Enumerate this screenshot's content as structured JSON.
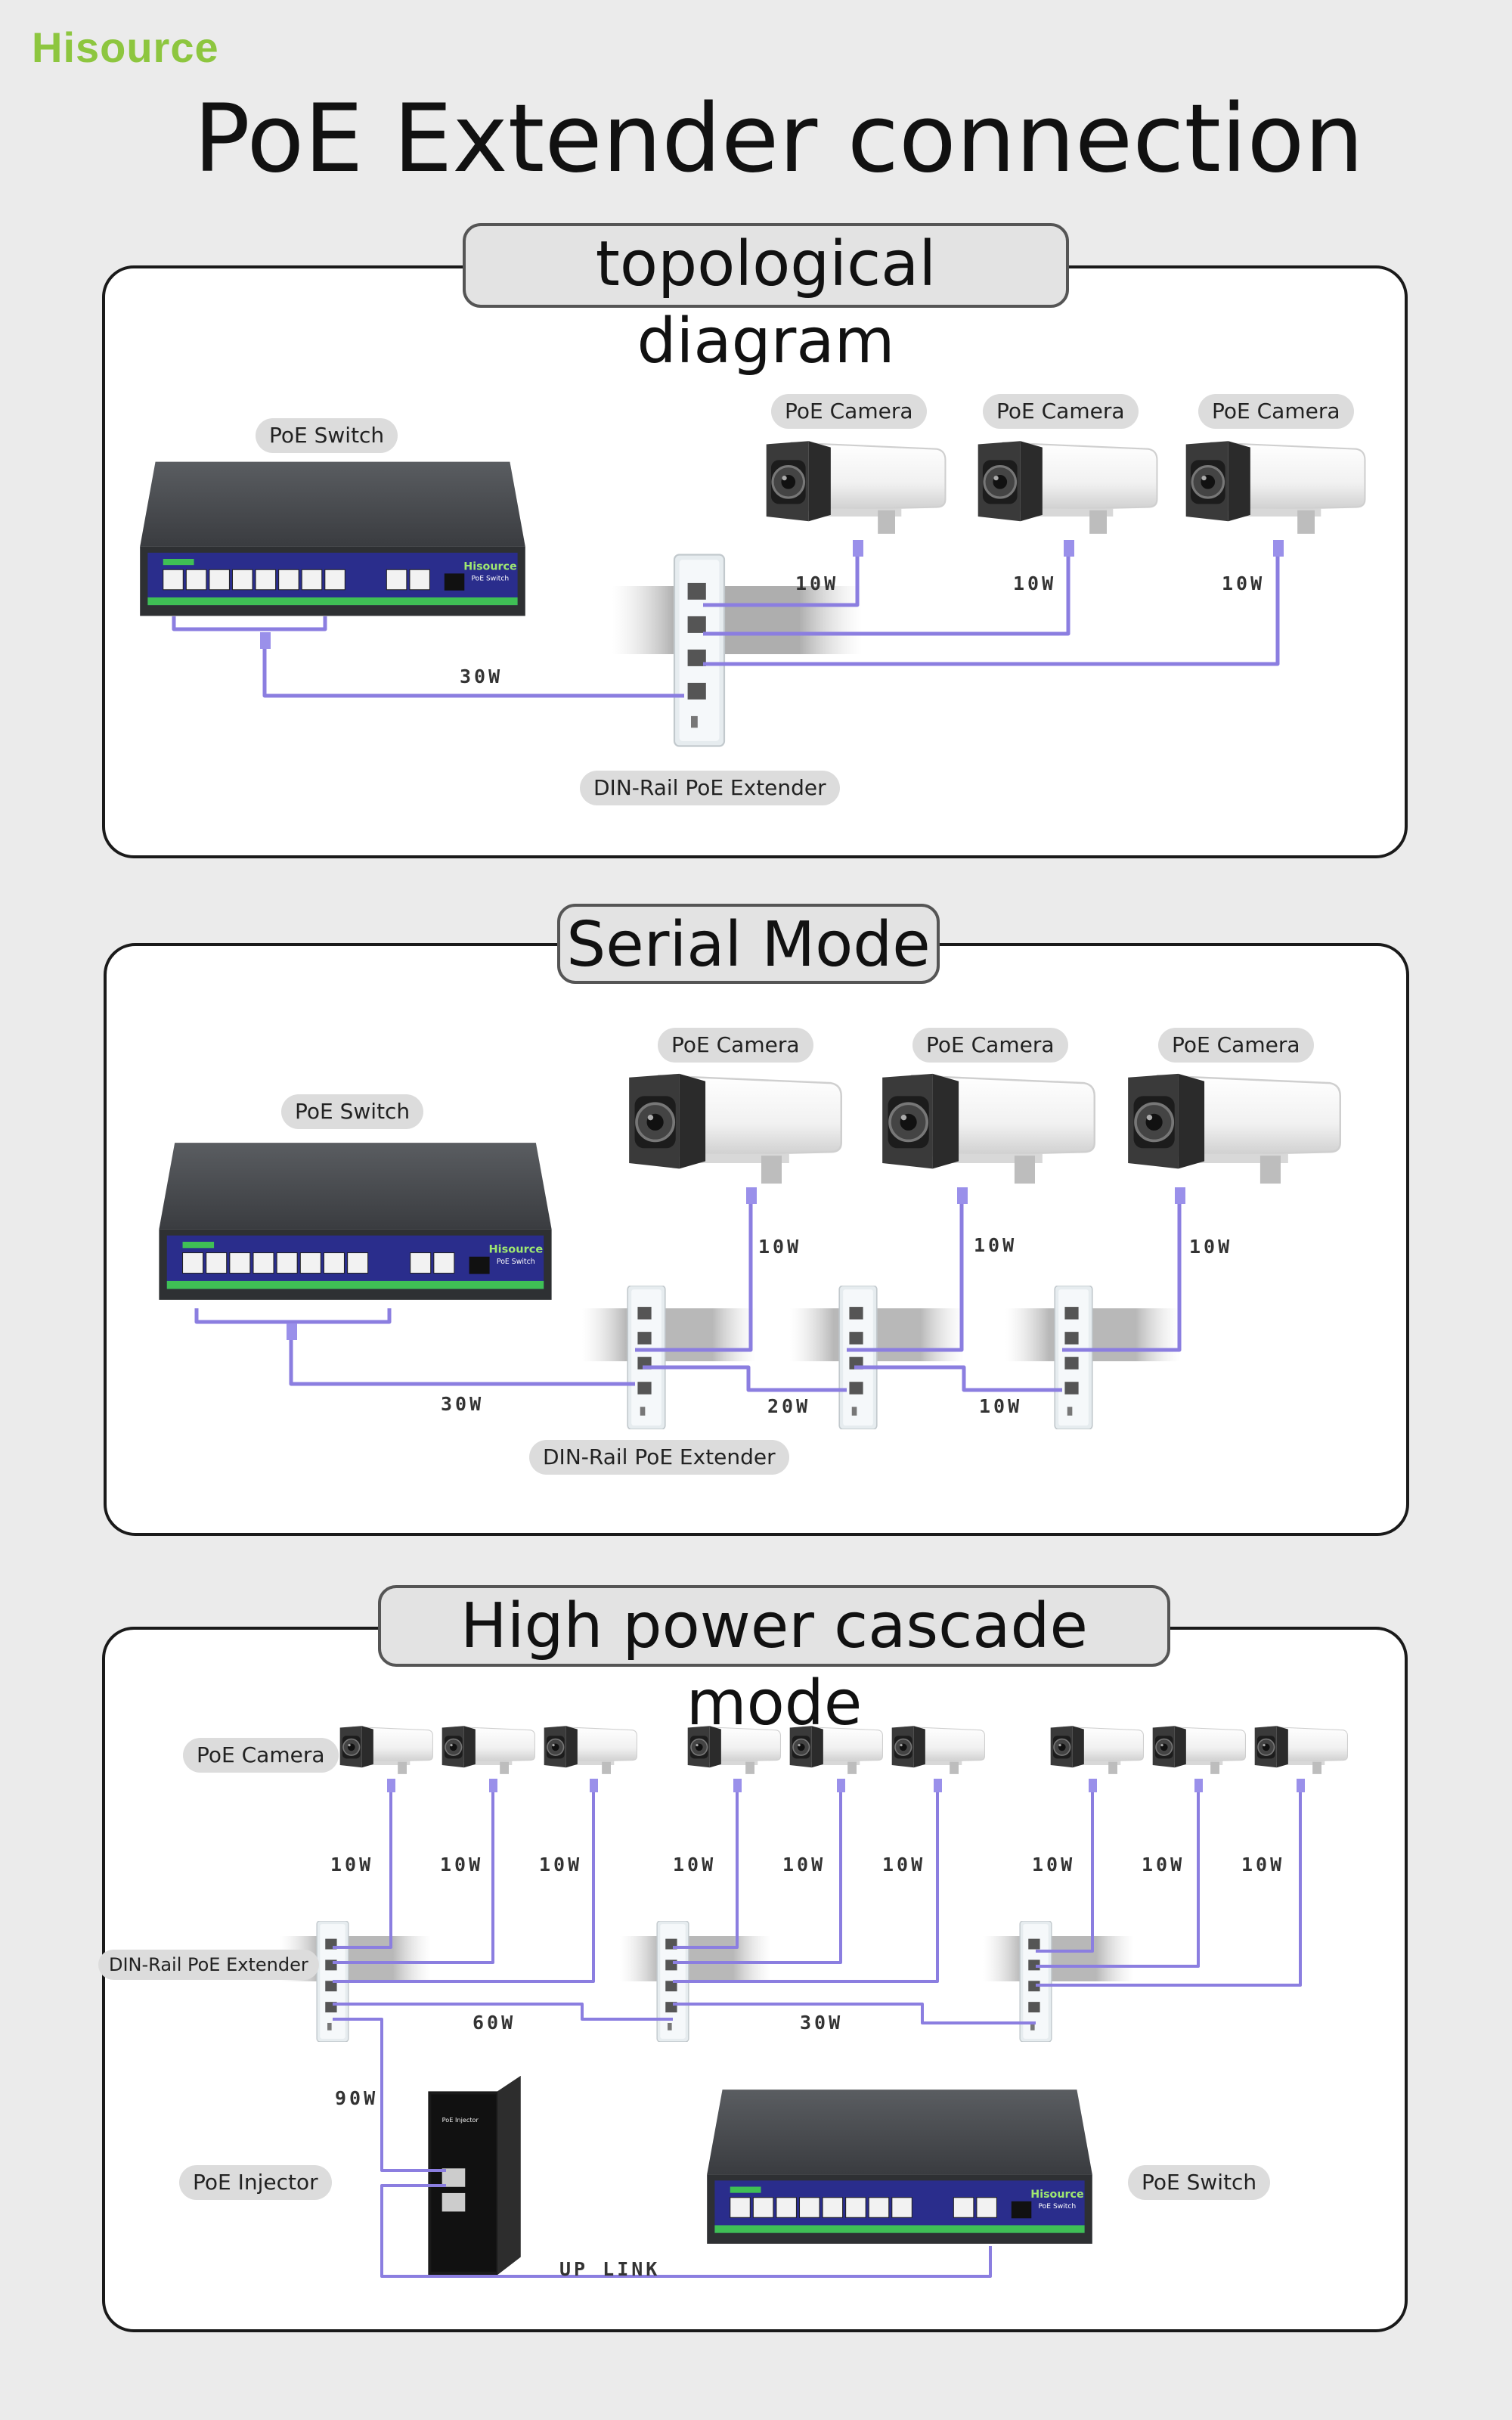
{
  "brand": "Hisource",
  "title": "PoE Extender connection",
  "sections": {
    "topology": {
      "title": "topological diagram",
      "switch_label": "PoE Switch",
      "camera_labels": [
        "PoE Camera",
        "PoE Camera",
        "PoE Camera"
      ],
      "extender_label": "DIN-Rail PoE Extender",
      "camera_power": [
        "10W",
        "10W",
        "10W"
      ],
      "uplink_power": "30W"
    },
    "serial": {
      "title": "Serial Mode",
      "switch_label": "PoE Switch",
      "camera_labels": [
        "PoE Camera",
        "PoE Camera",
        "PoE Camera"
      ],
      "extender_label": "DIN-Rail PoE Extender",
      "camera_power": [
        "10W",
        "10W",
        "10W"
      ],
      "chain_power": [
        "30W",
        "20W",
        "10W"
      ]
    },
    "cascade": {
      "title": "High power cascade mode",
      "camera_label": "PoE Camera",
      "extender_label": "DIN-Rail PoE Extender",
      "injector_label": "PoE Injector",
      "switch_label": "PoE Switch",
      "camera_power": [
        "10W",
        "10W",
        "10W",
        "10W",
        "10W",
        "10W",
        "10W",
        "10W",
        "10W"
      ],
      "chain_power": [
        "60W",
        "30W"
      ],
      "injector_power": "90W",
      "uplink_label": "UP LINK"
    }
  },
  "device_text": {
    "switch_brand": "Hisource",
    "switch_model": "PoE Switch"
  },
  "colors": {
    "brand_green": "#8dc63f",
    "cable_purple": "#8b7ee0",
    "switch_panel_blue": "#2a2d8c",
    "port_strip_green": "#3fbf55"
  },
  "icons": [
    "poe-switch-icon",
    "poe-camera-icon",
    "din-rail-extender-icon",
    "poe-injector-icon"
  ]
}
